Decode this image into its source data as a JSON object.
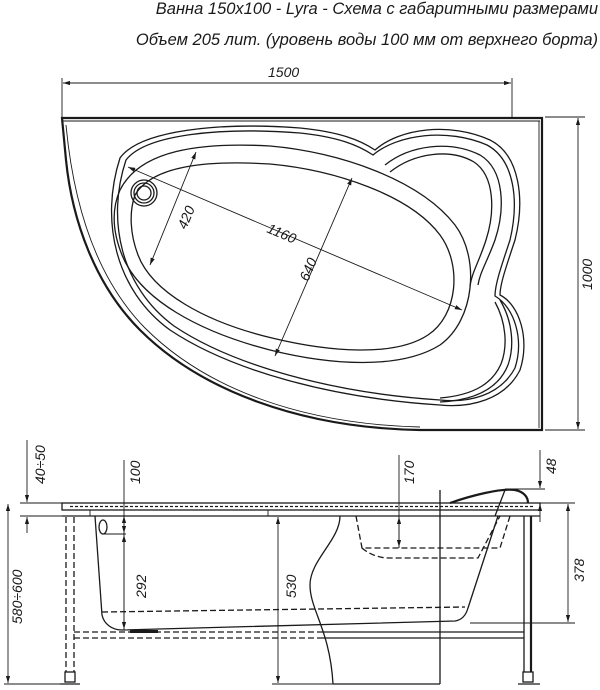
{
  "header": {
    "title": "Ванна 150х100 - Lyra - Схема с габаритными размерами",
    "subtitle": "Объем 205 лит. (уровень воды 100 мм от верхнего борта)"
  },
  "plan_view": {
    "overall_width": "1500",
    "overall_depth": "1000",
    "bowl_length": "1160",
    "bowl_width_max": "640",
    "bowl_width_narrow": "420"
  },
  "side_view": {
    "leg_adjust": "40÷50",
    "total_height": "580÷600",
    "water_level": "100",
    "drain_to_bottom": "292",
    "depth": "530",
    "seat_depth": "170",
    "headrest_height": "48",
    "seat_side_height": "378"
  },
  "colors": {
    "line": "#1a1a1a",
    "background": "#ffffff"
  }
}
